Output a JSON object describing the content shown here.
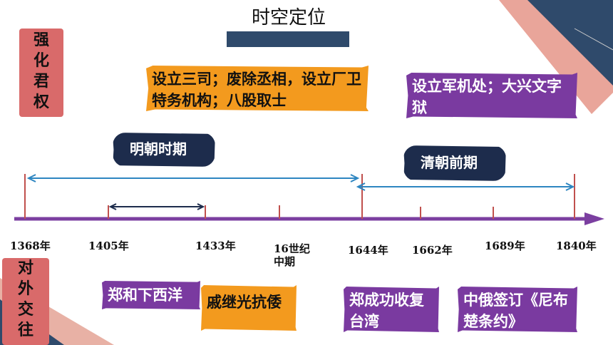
{
  "title": "时空定位",
  "side_tags": {
    "top": [
      "强",
      "化",
      "君",
      "权"
    ],
    "bottom": [
      "对",
      "外",
      "交",
      "往"
    ]
  },
  "boxes": {
    "ming_policy": "设立三司；废除丞相，设立厂卫特务机构；八股取士",
    "qing_policy": "设立军机处；大兴文字狱",
    "ming_period": "明朝时期",
    "qing_period": "清朝前期",
    "zheng_he": "郑和下西洋",
    "qi_jiguang": "戚继光抗倭",
    "zheng_chenggong": "郑成功收复台湾",
    "nerchinsk": "中俄签订《尼布楚条约》"
  },
  "timeline_labels": {
    "y1368": "1368年",
    "y1405": "1405年",
    "y1433": "1433年",
    "c16": "16世纪中期",
    "y1644": "1644年",
    "y1662": "1662年",
    "y1689": "1689年",
    "y1840": "1840年"
  },
  "colors": {
    "axis": "#7b3fa0",
    "tick": "#c0504d",
    "span_arrow": "#2e86c1",
    "short_arrow": "#1d2c4c",
    "side_tag": "#d96a6a",
    "orange": "#f39a1e",
    "purple": "#7a3aa0",
    "navy": "#1d2c4c"
  }
}
